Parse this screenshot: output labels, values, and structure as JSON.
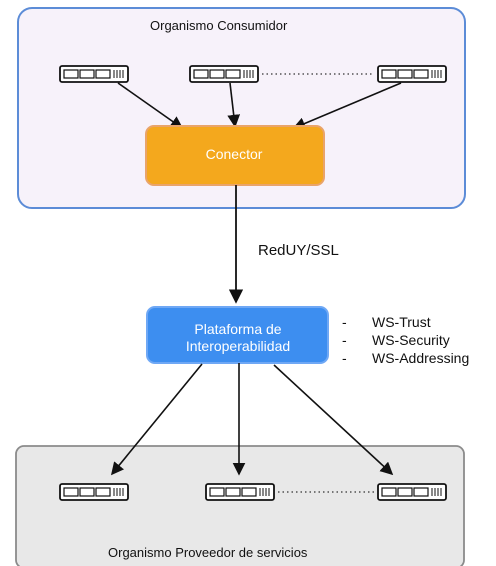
{
  "consumer": {
    "title": "Organismo Consumidor"
  },
  "conector": {
    "label": "Conector",
    "color": "#F4A81D"
  },
  "link": {
    "label": "RedUY/SSL"
  },
  "platform": {
    "line1": "Plataforma de",
    "line2": "Interoperabilidad",
    "color": "#3D8EF0"
  },
  "protocols": [
    {
      "dash": "-",
      "text": "WS-Trust"
    },
    {
      "dash": "-",
      "text": "WS-Security"
    },
    {
      "dash": "-",
      "text": "WS-Addressing"
    }
  ],
  "provider": {
    "title": "Organismo Proveedor de servicios"
  }
}
